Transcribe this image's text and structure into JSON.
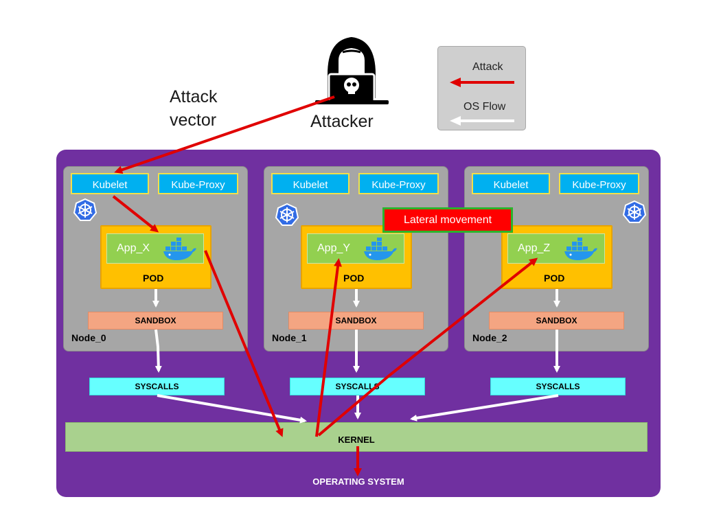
{
  "attacker": {
    "label": "Attacker",
    "icon": "hacker-icon"
  },
  "attack_vector": {
    "line1": "Attack",
    "line2": "vector"
  },
  "legend": {
    "attack_label": "Attack",
    "flow_label": "OS Flow",
    "attack_color": "#e00000",
    "flow_color": "#ffffff"
  },
  "nodes": [
    {
      "name": "Node_0",
      "kubelet": "Kubelet",
      "proxy": "Kube-Proxy",
      "app": "App_X",
      "pod": "POD",
      "sandbox": "SANDBOX",
      "syscalls": "SYSCALLS"
    },
    {
      "name": "Node_1",
      "kubelet": "Kubelet",
      "proxy": "Kube-Proxy",
      "app": "App_Y",
      "pod": "POD",
      "sandbox": "SANDBOX",
      "syscalls": "SYSCALLS"
    },
    {
      "name": "Node_2",
      "kubelet": "Kubelet",
      "proxy": "Kube-Proxy",
      "app": "App_Z",
      "pod": "POD",
      "sandbox": "SANDBOX",
      "syscalls": "SYSCALLS"
    }
  ],
  "lateral_movement": "Lateral movement",
  "kernel": "KERNEL",
  "operating_system": "OPERATING SYSTEM",
  "colors": {
    "os_background": "#7030a0",
    "node_background": "#a6a6a6",
    "service": "#00b0f0",
    "pod": "#ffc000",
    "app": "#92d050",
    "sandbox": "#f4a582",
    "syscalls": "#66ffff",
    "kernel": "#a9d18e",
    "attack_arrow": "#e00000"
  }
}
